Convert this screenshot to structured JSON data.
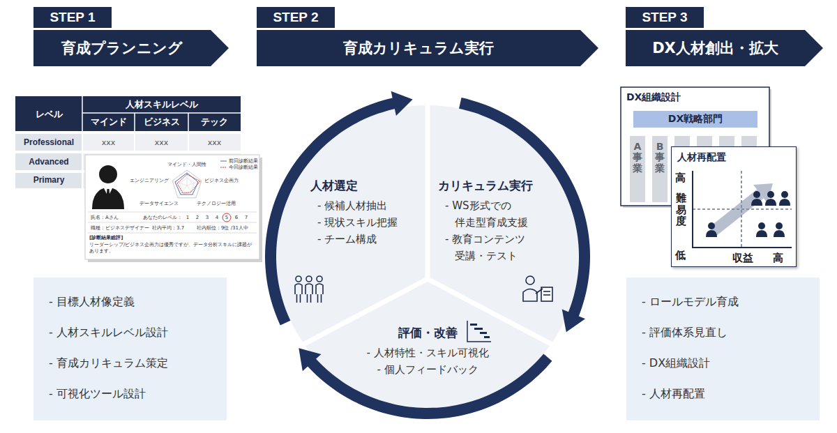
{
  "diagram": {
    "nodes": [
      {
        "text": [
          "STEP 1",
          "育成プランニング"
        ]
      },
      {
        "text": [
          "STEP 2",
          "育成カリキュラム実行"
        ]
      },
      {
        "text": [
          "STEP 3",
          "DX人材創出・拡大"
        ]
      },
      {
        "text": [
          "- 目標人材像定義",
          "- 人材スキルレベル設計",
          "- 育成カリキュラム策定",
          "- 可視化ツール設計"
        ]
      },
      {
        "text": [
          "人材選定",
          "- 候補人材抽出",
          "- 現状スキル把握",
          "- チーム構成"
        ]
      },
      {
        "text": [
          "カリキュラム実行",
          "- WS形式での 伴走型育成支援",
          "- 教育コンテンツ 受講・テスト"
        ]
      },
      {
        "text": [
          "評価・改善",
          "- 人材特性・スキル可視化",
          "- 個人フィードバック"
        ]
      },
      {
        "text": [
          "DX組織設計"
        ]
      },
      {
        "text": [
          "DX戦略部門"
        ],
        "in": 7
      },
      {
        "text": [
          "A事業"
        ],
        "in": 7
      },
      {
        "text": [
          "B事業"
        ],
        "in": 7
      },
      {
        "text": [
          "人材再配置"
        ]
      },
      {
        "text": [
          "- ロールモデル育成",
          "- 評価体系見直し",
          "- DX組織設計",
          "- 人材再配置"
        ]
      }
    ],
    "edges": [
      {
        "from": 4,
        "to": 5,
        "arrow": "to"
      },
      {
        "from": 5,
        "to": 6,
        "arrow": "to"
      },
      {
        "from": 6,
        "to": 4,
        "arrow": "to"
      }
    ],
    "labels": [
      "レベル",
      "人材スキルレベル",
      "マインド",
      "ビジネス",
      "テック",
      "Professional",
      "xxx",
      "xxx",
      "xxx",
      "Advanced",
      "Primary",
      "マインド・人間性",
      "ビジネス企画力",
      "テクノロジー活用",
      "データサイエンス",
      "エンジニアリング",
      "前回診断結果",
      "今回診断結果",
      "氏名：Aさん",
      "あなたのレベル：",
      "1",
      "2",
      "3",
      "4",
      "5",
      "6",
      "7",
      "職種：ビジネスデザイナー",
      "社内平均：3.7",
      "社内順位：9位 /31人中",
      "[診断結果総評]",
      "リーダーシップ/ビジネス企画力は優秀ですが、データ分析スキルに課題があります。",
      "高",
      "難易度",
      "低",
      "収益",
      "高"
    ]
  }
}
